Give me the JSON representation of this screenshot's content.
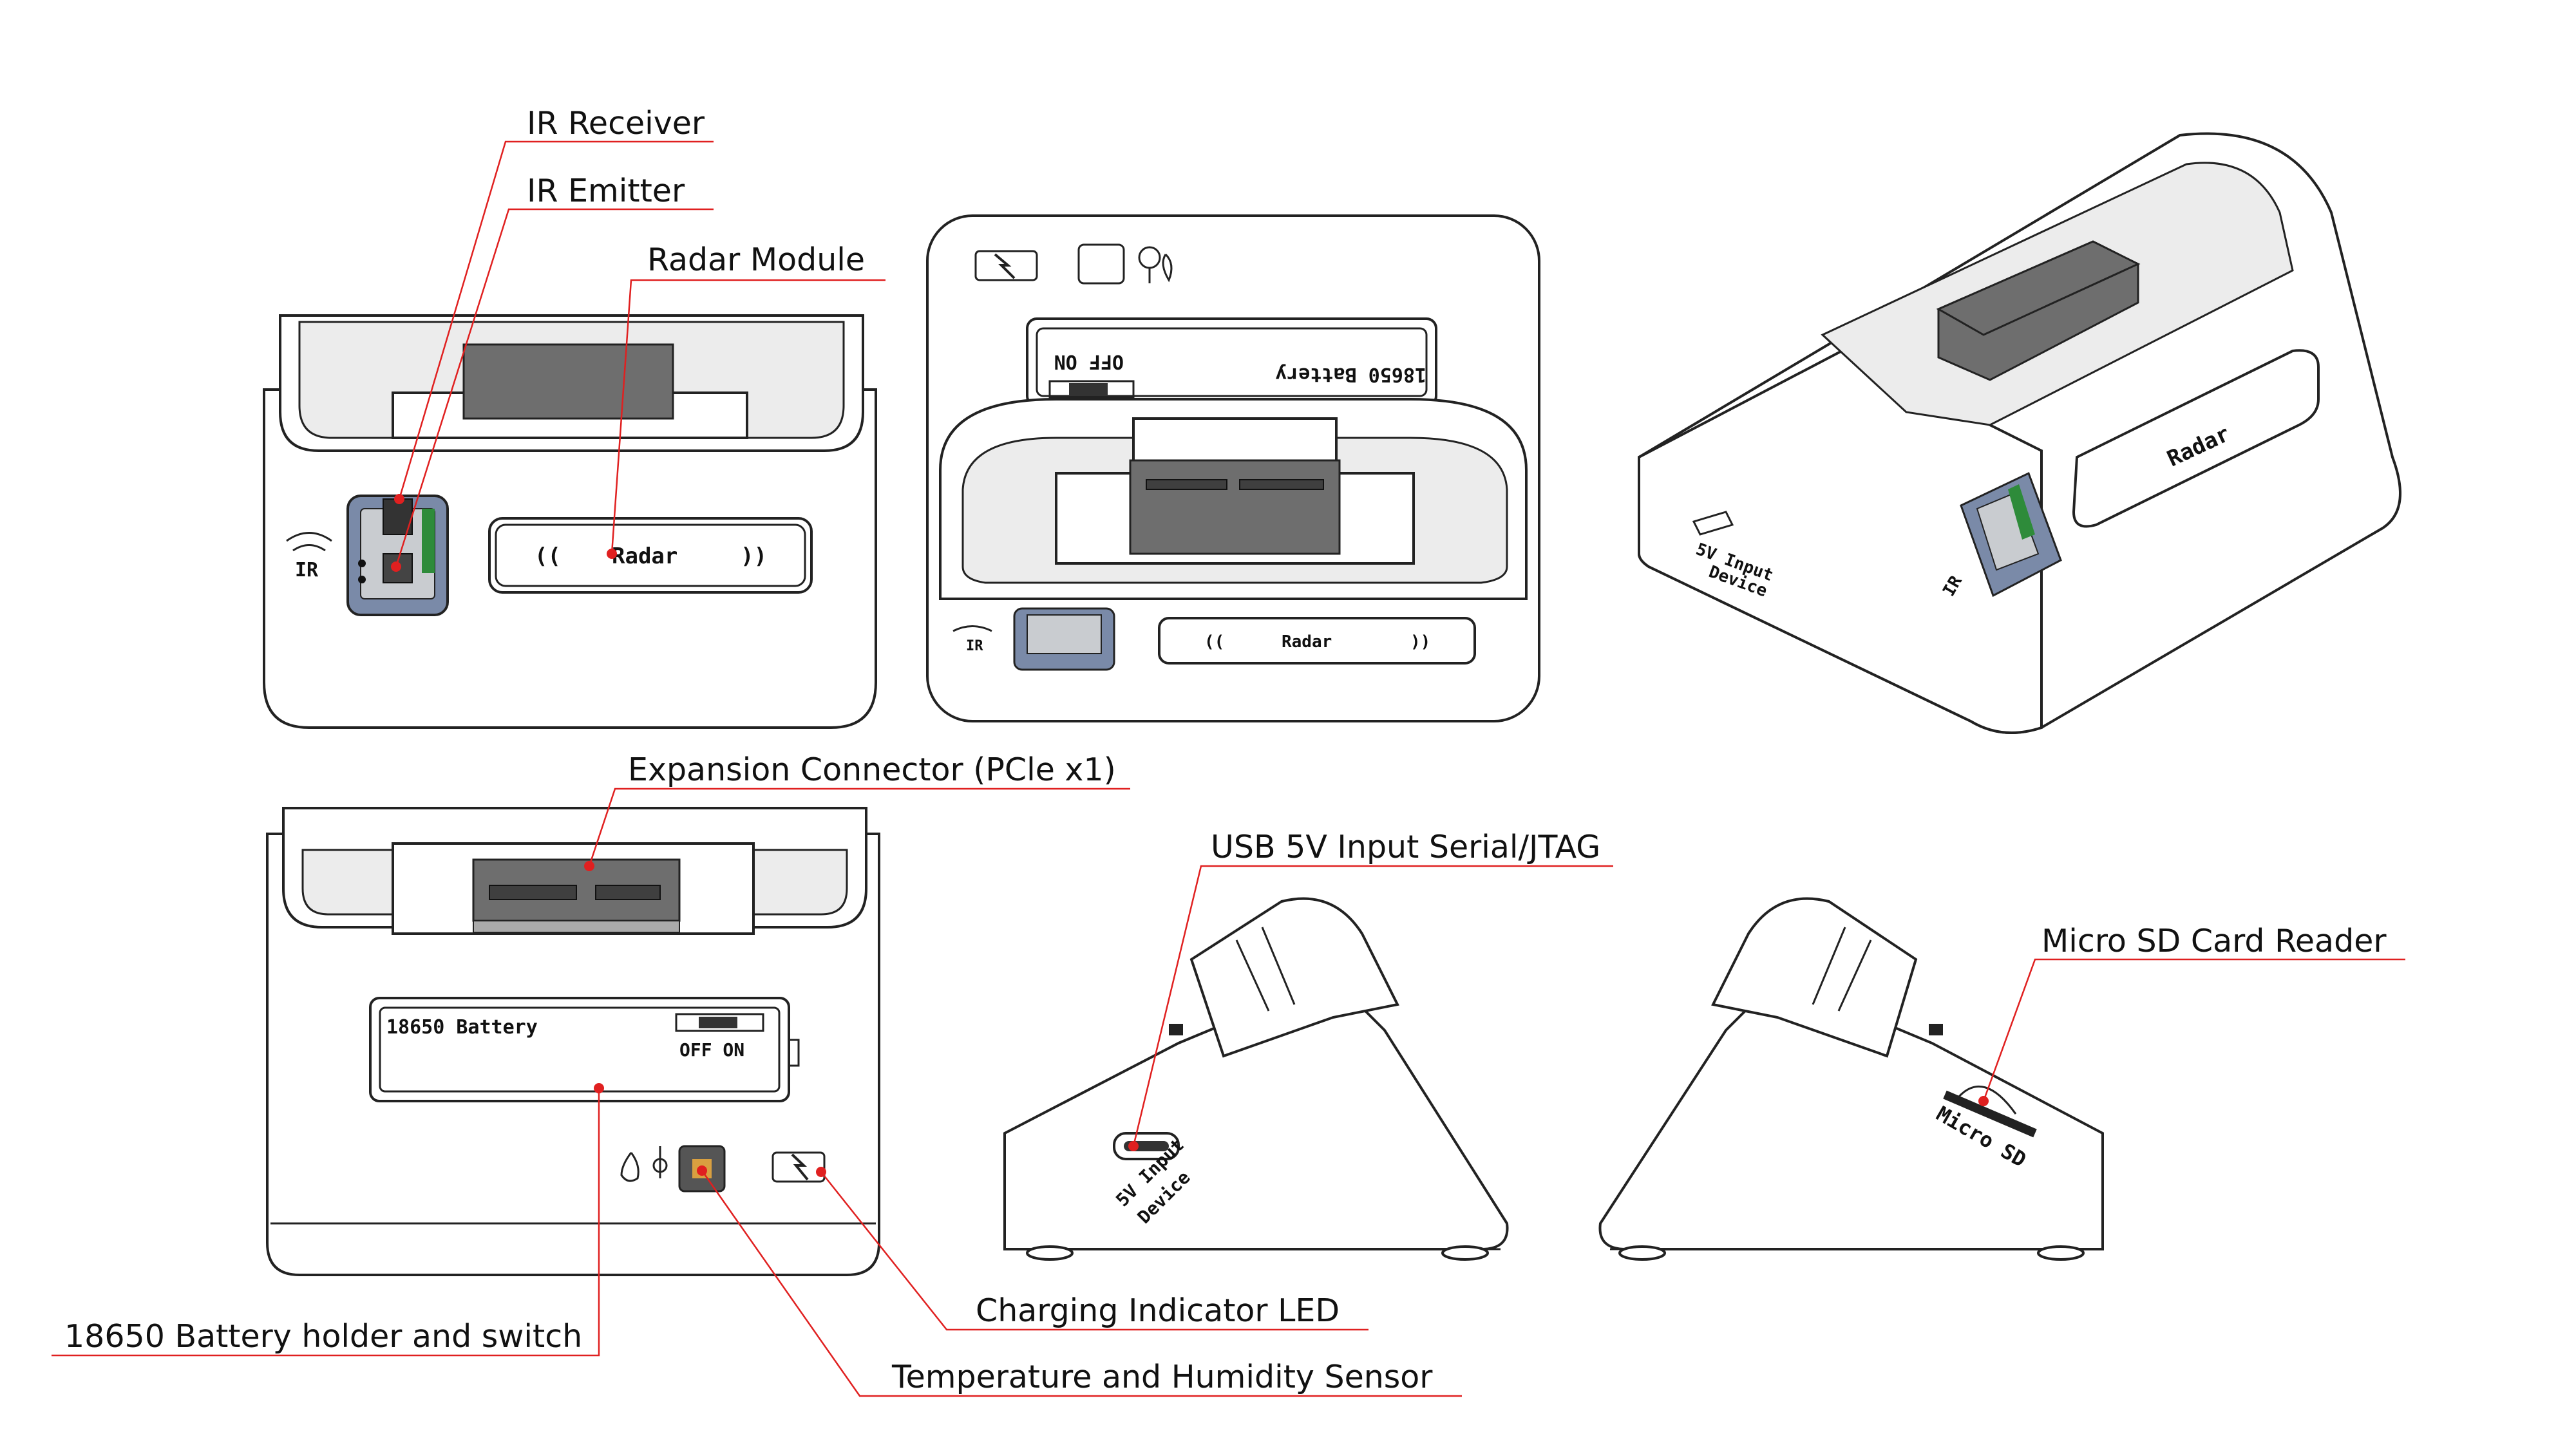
{
  "callouts": {
    "ir_receiver": "IR Receiver",
    "ir_emitter": "IR Emitter",
    "radar_module": "Radar Module",
    "expansion_connector": "Expansion Connector (PCle x1)",
    "usb_input": "USB 5V Input Serial/JTAG",
    "micro_sd": "Micro SD Card Reader",
    "battery_holder": "18650 Battery holder and switch",
    "charging_led": "Charging Indicator LED",
    "temp_humidity": "Temperature and Humidity Sensor"
  },
  "device_markings": {
    "ir": "IR",
    "radar": "Radar",
    "battery": "18650 Battery",
    "off_on": "OFF ON",
    "input_line1": "5V Input",
    "input_line2": "Device",
    "micro_sd": "Micro SD"
  },
  "colors": {
    "callout_line": "#e02020",
    "module_gray": "#6e6e6e",
    "pcb_green": "#2e8b3a",
    "ir_window": "#7a8aa8"
  }
}
